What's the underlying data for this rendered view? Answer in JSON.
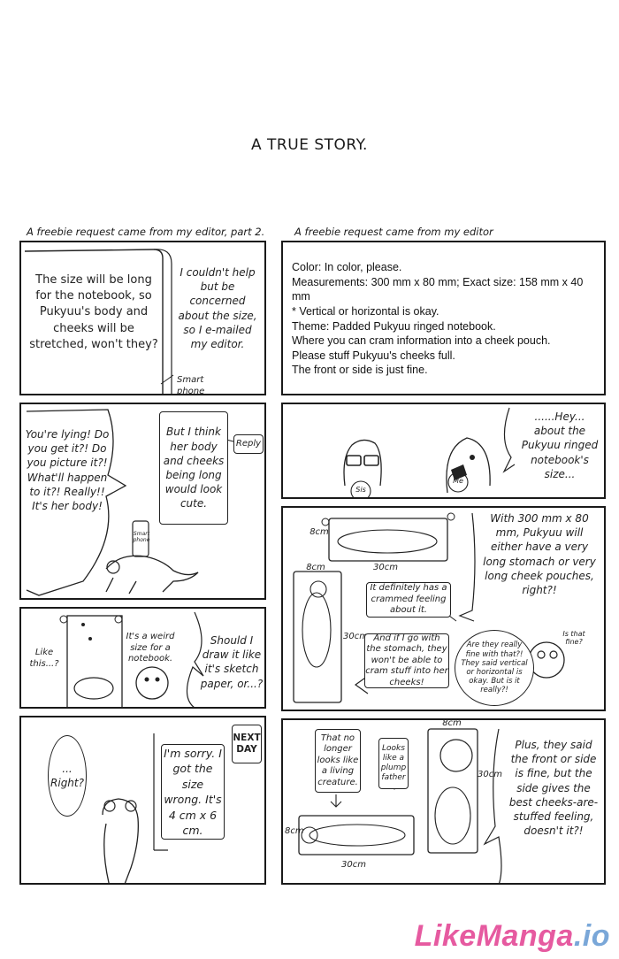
{
  "title": "A TRUE STORY.",
  "left_column": {
    "caption": "A freebie request came from my editor, part 2.",
    "panel1": {
      "phone_text": "The size will be long for the notebook, so Pukyuu's body and cheeks will be stretched, won't they?",
      "narration": "I couldn't help but be concerned about the size, so I e-mailed my editor.",
      "label": "Smart phone"
    },
    "panel2": {
      "shout": "You're lying! Do you get it?! Do you picture it?! What'll happen to it?! Really!! It's her body!",
      "phone_text": "But I think her body and cheeks being long would look cute.",
      "reply_label": "Reply",
      "phone_label": "Smart phone"
    },
    "panel3": {
      "aside1": "Like this...?",
      "aside2": "It's a weird size for a notebook.",
      "thought": "Should I draw it like it's sketch paper, or...?"
    },
    "panel4": {
      "aside": "... Right?",
      "phone_text": "I'm sorry. I got the size wrong. It's 4 cm x 6 cm.",
      "next_day": "NEXT DAY"
    }
  },
  "right_column": {
    "caption": "A freebie request came from my editor",
    "panel1": {
      "lines": [
        "Color: In color, please.",
        "Measurements: 300 mm x 80 mm; Exact size: 158 mm x 40 mm",
        "* Vertical or horizontal is okay.",
        "Theme: Padded Pukyuu ringed notebook.",
        "Where you can cram information into a cheek pouch.",
        "Please stuff Pukyuu's cheeks full.",
        "The front or side is just fine."
      ]
    },
    "panel2": {
      "speech": "......Hey... about the Pukyuu ringed notebook's size...",
      "sis_label": "Sis",
      "me_label": "Me"
    },
    "panel3": {
      "speech": "With 300 mm x 80 mm, Pukyuu will either have a very long stomach or very long cheek pouches, right?!",
      "box1": "It definitely has a crammed feeling about it.",
      "box2": "And if I go with the stomach, they won't be able to cram stuff into her cheeks!",
      "reply": "Are they really fine with that?! They said vertical or horizontal is okay. But is it really?!",
      "aside": "Is that fine?",
      "dim_top": "8cm",
      "dim_width": "30cm",
      "dim_vertical_top": "8cm",
      "dim_vertical_side": "30cm"
    },
    "panel4": {
      "box1": "That no longer looks like a living creature.",
      "box2": "Looks like a plump father",
      "speech": "Plus, they said the front or side is fine, but the side gives the best cheeks-are-stuffed feeling, doesn't it?!",
      "dim_top": "8cm",
      "dim_side": "30cm",
      "dim_left": "8cm",
      "dim_bottom": "30cm"
    }
  },
  "watermark": {
    "part1": "LikeManga",
    "part2": ".io"
  }
}
